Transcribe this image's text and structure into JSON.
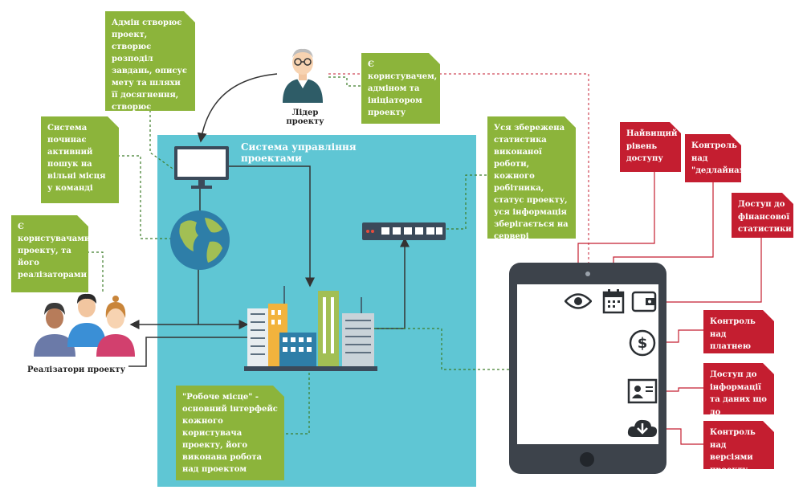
{
  "system_title": "Система управління проектами",
  "leader_label_line1": "Лідер",
  "leader_label_line2": "проекту",
  "implementers_label": "Реалізатори  проекту",
  "green_notes": {
    "admin": "Адмін створює проект, створює розподіл завдань, описує мету та шляхи її досягнення, створює вакансії.",
    "leader_role": "Є користувачем, адміном та ініціатором проекту",
    "search": "Система починає активний пошук на вільні місця у команді",
    "implementers_role": "Є користувачами проекту, та його реалізаторами",
    "server": "Уся збережена статистика виконаної роботи, кожного робітника, статус проекту, уся інформація зберігається на сервері",
    "workplace": "\"Робоче місце\" - основний інтерфейс кожного користувача проекту, його виконана робота над проектом"
  },
  "red_notes": {
    "access": "Найвищий рівень доступу",
    "deadlines": "Контроль над \"дедлайнами\"",
    "finance": "Доступ до фінансової статистики",
    "payments": "Контроль над платнею працівників",
    "worker_info": "Доступ до інформації та даних що до працівників",
    "versions": "Контроль над версіями проекту"
  },
  "icons": {
    "leader": "person-icon",
    "monitor": "monitor-icon",
    "globe": "globe-icon",
    "team": "team-icon",
    "city": "city-buildings-icon",
    "server": "server-switch-icon",
    "tablet": "tablet-icon",
    "eye": "eye-icon",
    "calendar": "calendar-icon",
    "wallet": "wallet-icon",
    "dollar": "dollar-icon",
    "id_card": "id-card-icon",
    "cloud_download": "cloud-download-icon"
  },
  "colors": {
    "panel": "#5fc6d4",
    "note_green": "#8cb43b",
    "note_red": "#c41e30",
    "dashed_green": "#3e7d2a",
    "dashed_red": "#c41e30"
  }
}
